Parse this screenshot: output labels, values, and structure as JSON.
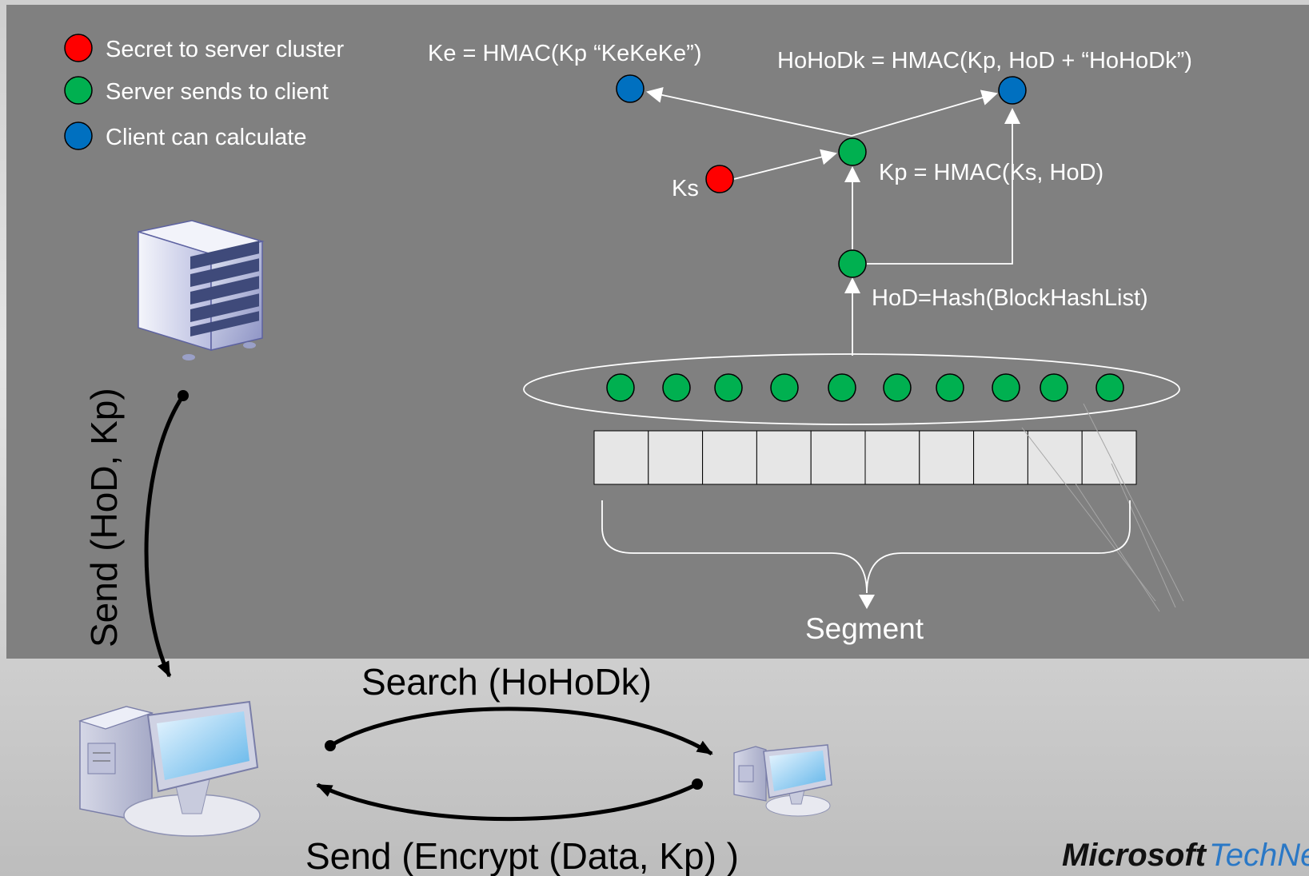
{
  "legend": [
    {
      "label": "Secret to server cluster",
      "color": "#ff0000"
    },
    {
      "label": "Server sends to client",
      "color": "#00b050"
    },
    {
      "label": "Client can calculate",
      "color": "#0070c0"
    }
  ],
  "labels": {
    "ke": "Ke = HMAC(Kp “KeKeKe”)",
    "hohodk": "HoHoDk = HMAC(Kp, HoD + “HoHoDk”)",
    "ks": "Ks",
    "kp": "Kp = HMAC(Ks, HoD)",
    "hod": "HoD=Hash(BlockHashList)",
    "segment": "Segment",
    "send_hod_kp": "Send (HoD, Kp)",
    "search": "Search (HoHoDk)",
    "send_encrypt": "Send (Encrypt (Data, Kp) )"
  },
  "brand": {
    "part1": "Microsoft",
    "part2": "TechNet"
  },
  "colors": {
    "panel": "#808080",
    "red": "#ff0000",
    "green": "#00b050",
    "blue": "#0070c0"
  },
  "block_count": 10,
  "hash_count": 10
}
